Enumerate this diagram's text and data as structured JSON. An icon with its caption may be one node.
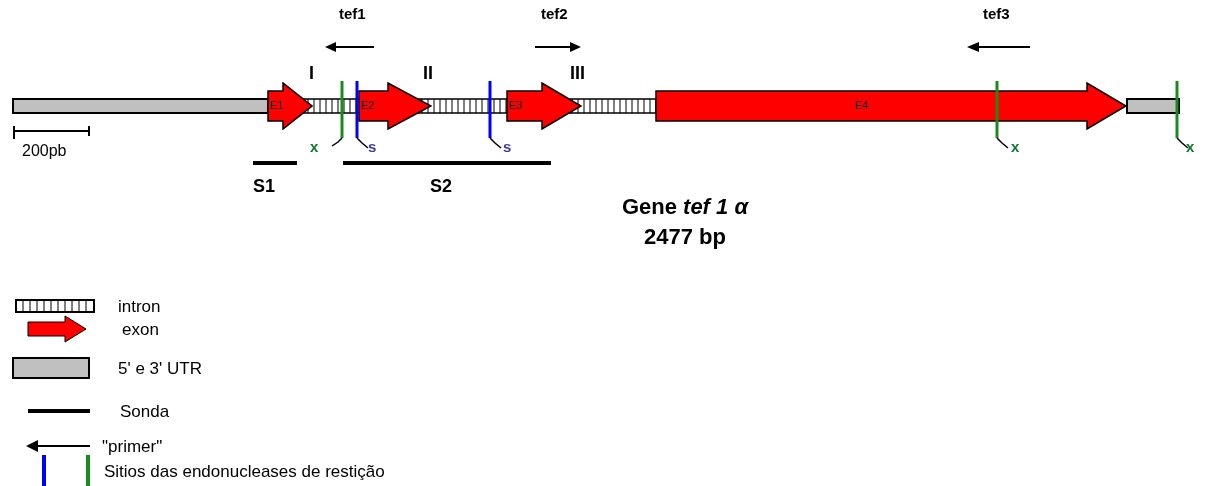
{
  "diagram": {
    "title": "Gene *tef 1 α* 2477 bp",
    "nodes": [
      {
        "text": [
          "E1"
        ]
      },
      {
        "text": [
          "E2"
        ]
      },
      {
        "text": [
          "E3"
        ]
      },
      {
        "text": [
          "E4"
        ]
      }
    ],
    "labels": [
      "tef1",
      "tef2",
      "tef3",
      "I",
      "II",
      "III",
      "x",
      "s",
      "s",
      "x",
      "x",
      "200pb",
      "S1",
      "S2"
    ],
    "legend": [
      {
        "text": "intron"
      },
      {
        "text": "exon"
      },
      {
        "text": "5' e 3' UTR",
        "color": "#c0c0c0"
      },
      {
        "text": "Sonda"
      },
      {
        "text": "\"primer\""
      },
      {
        "text": "Sitios das endonucleases de restição"
      }
    ]
  }
}
